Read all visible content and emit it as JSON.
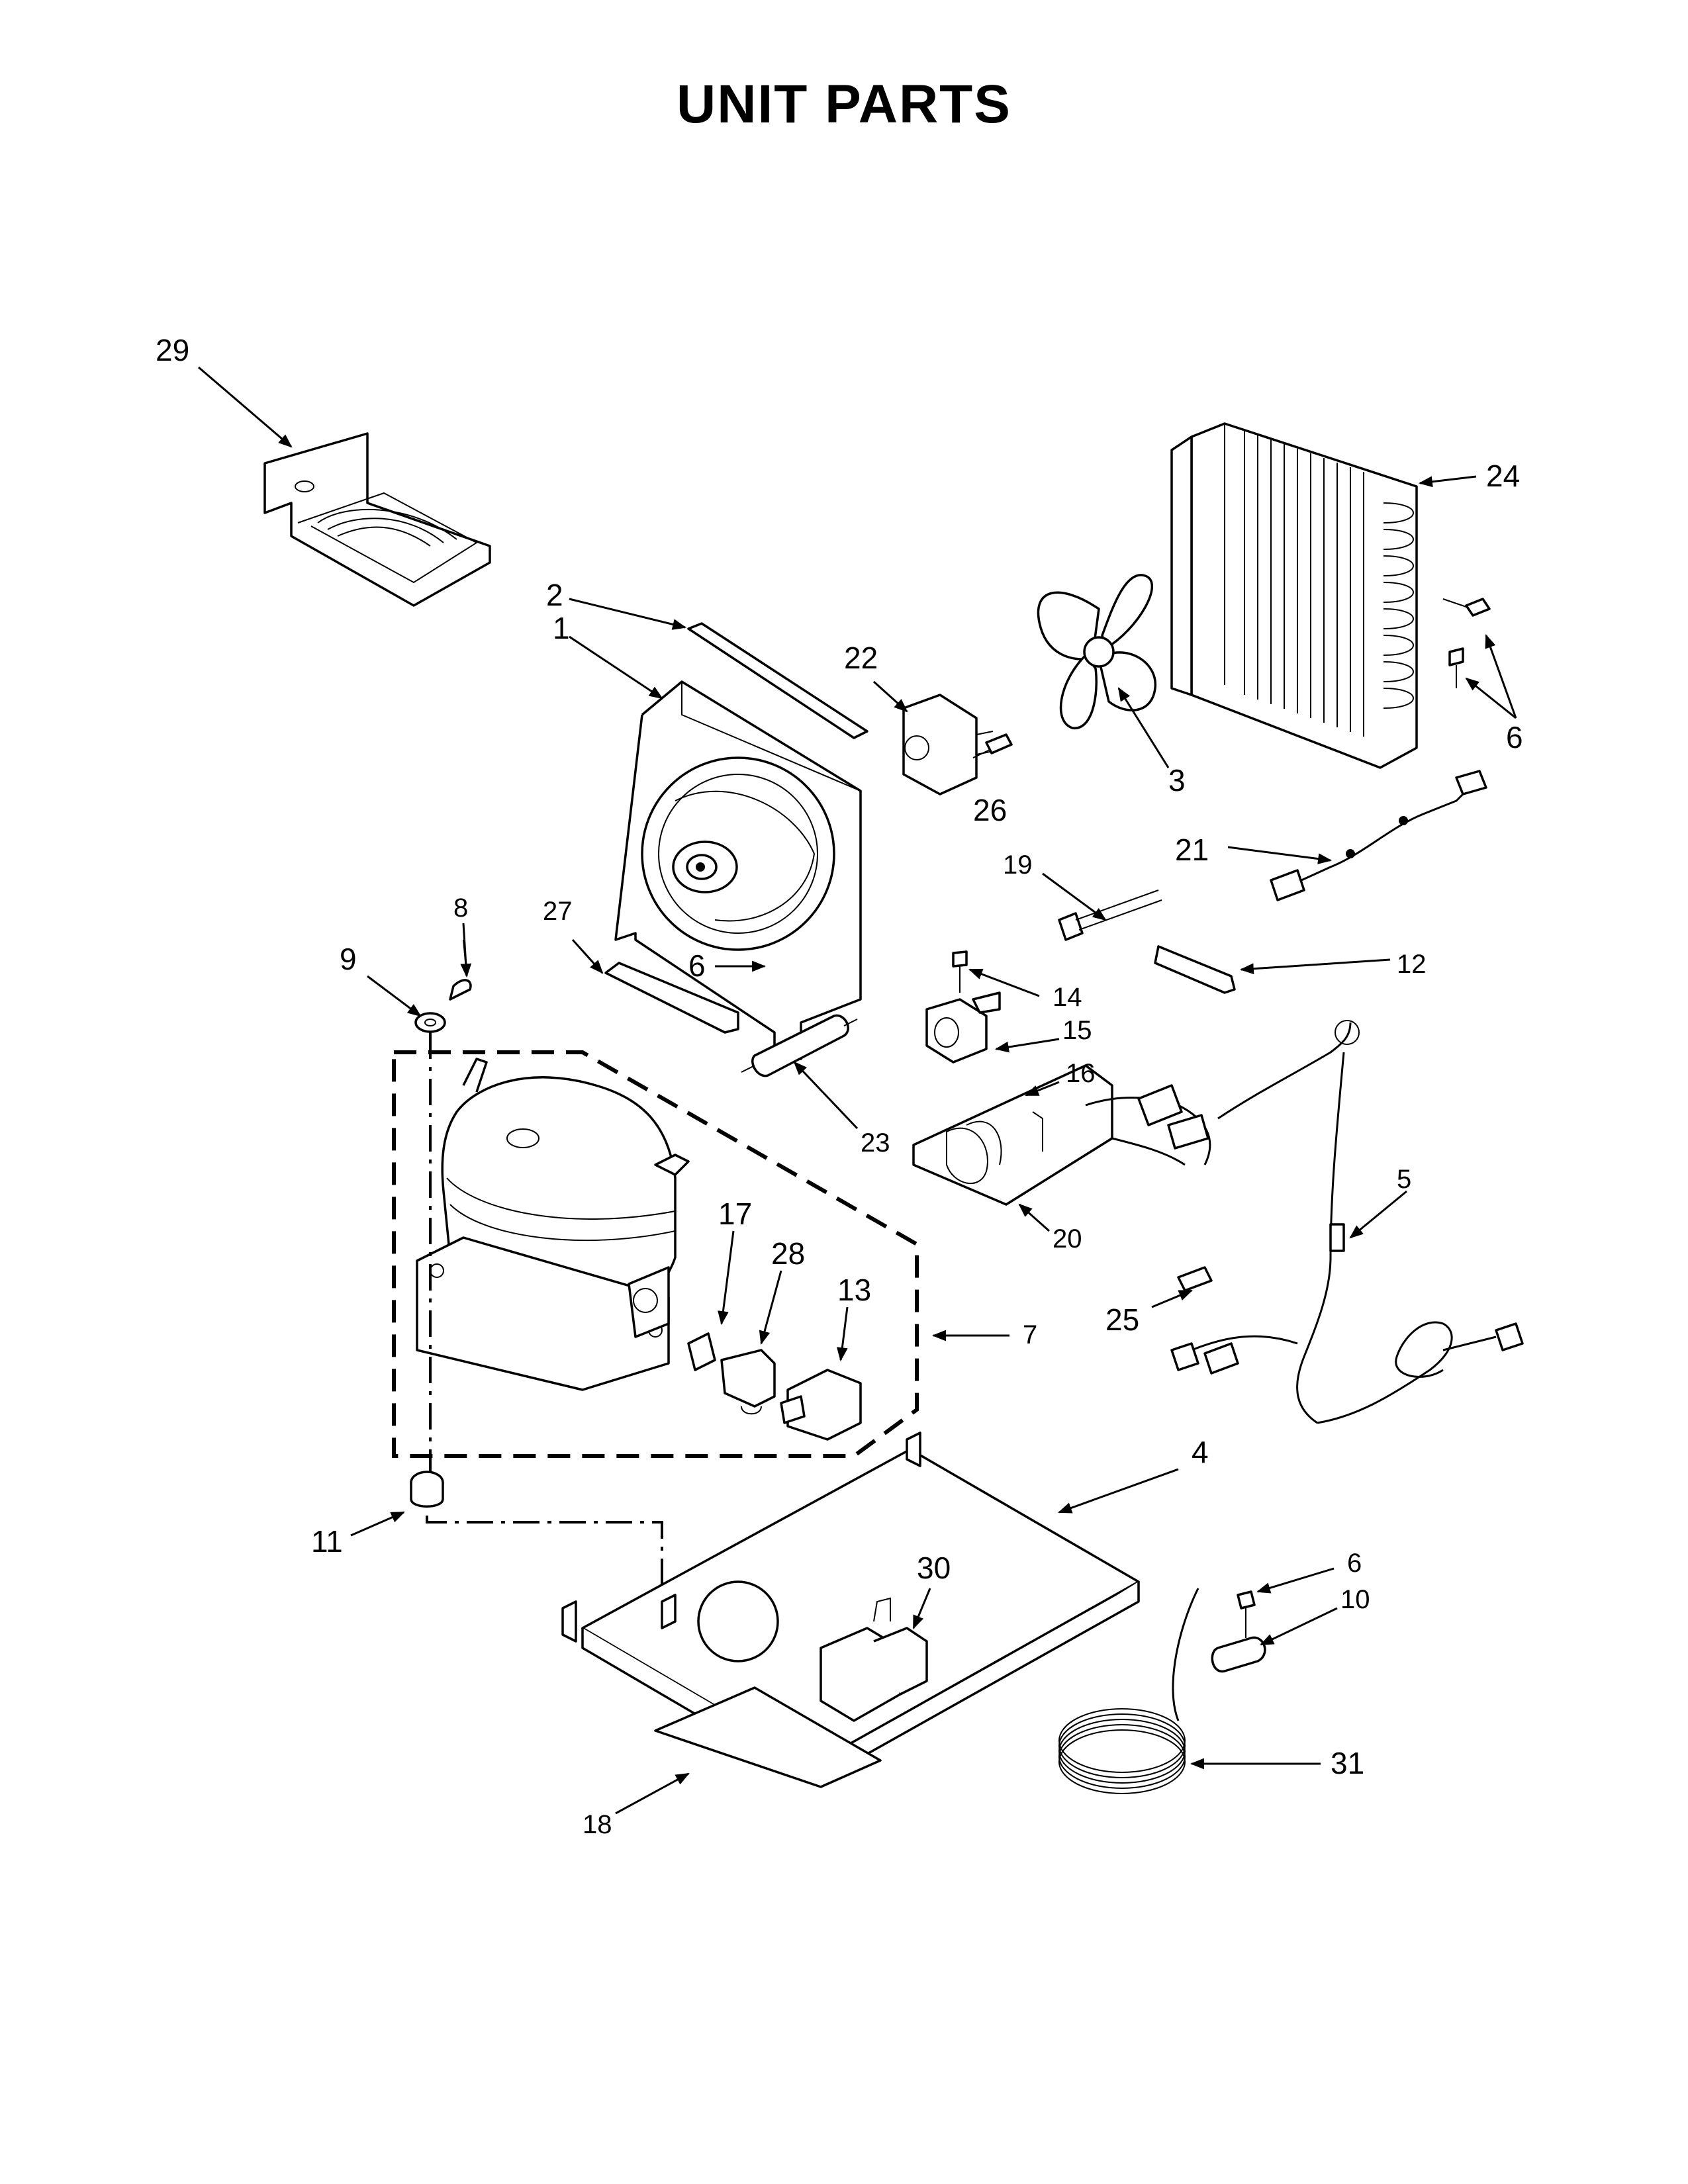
{
  "title": "UNIT PARTS",
  "callouts": [
    "29",
    "2",
    "1",
    "22",
    "26",
    "3",
    "24",
    "6",
    "21",
    "19",
    "12",
    "27",
    "8",
    "9",
    "6",
    "14",
    "15",
    "16",
    "23",
    "5",
    "20",
    "17",
    "28",
    "13",
    "7",
    "25",
    "4",
    "11",
    "6",
    "10",
    "30",
    "31",
    "18"
  ]
}
